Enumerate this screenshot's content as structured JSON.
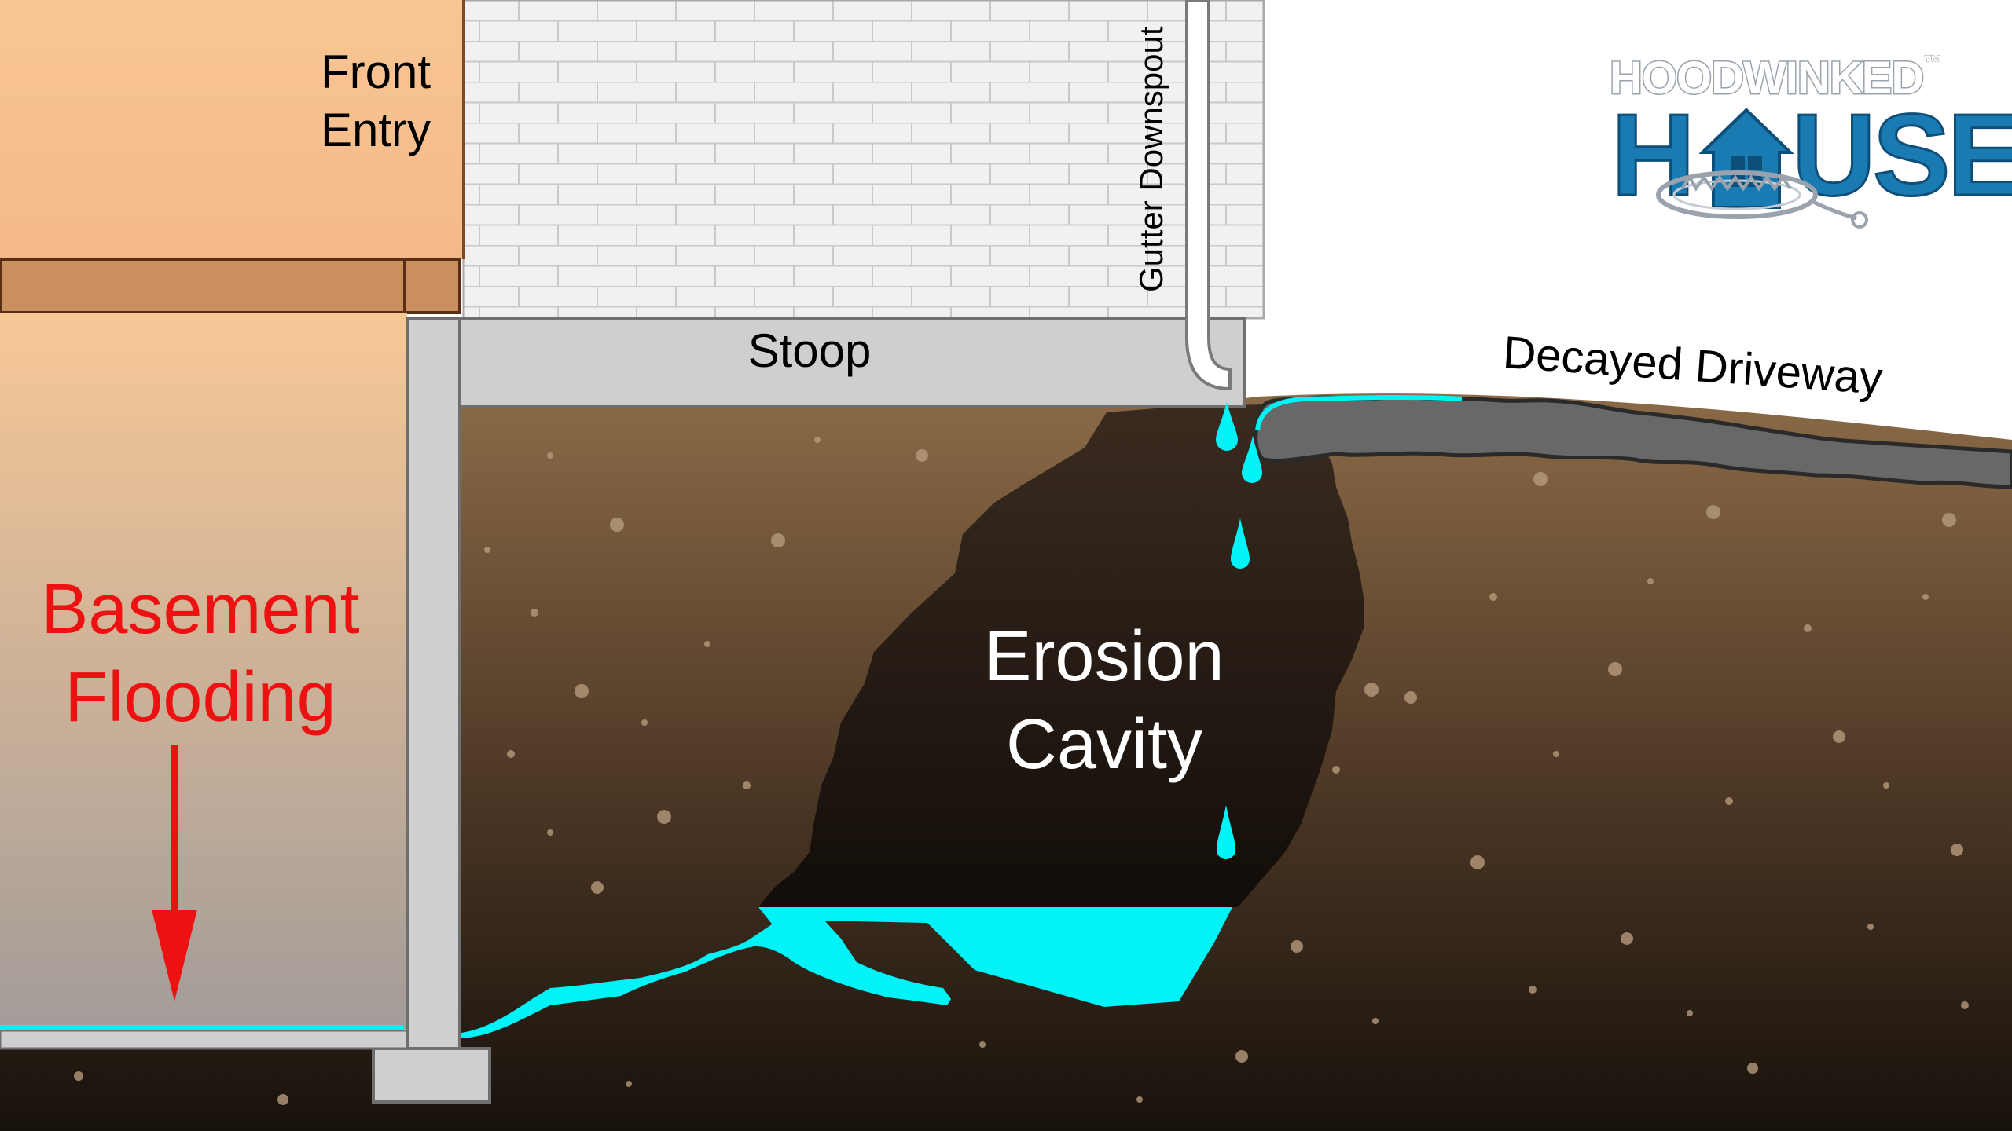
{
  "labels": {
    "front_entry_line1": "Front",
    "front_entry_line2": "Entry",
    "gutter_downspout": "Gutter Downspout",
    "stoop": "Stoop",
    "decayed_driveway": "Decayed Driveway",
    "erosion_line1": "Erosion",
    "erosion_line2": "Cavity",
    "flooding_line1": "Basement",
    "flooding_line2": "Flooding"
  },
  "logo": {
    "top": "HOODWINKED",
    "tm": "™",
    "left_letter": "H",
    "right_letters": "USE"
  },
  "colors": {
    "water": "#00f3f7",
    "soil_light": "#8b6a47",
    "soil_dark": "#1c140f",
    "cavity": "#241a13",
    "concrete": "#cfcfcf",
    "brick": "#f0f0f0",
    "interior_wall": "#f7c896",
    "beam": "#c98f5f",
    "driveway": "#6a6a6a",
    "flood_text": "#ee1111",
    "logo_blue": "#1a7bb3"
  }
}
